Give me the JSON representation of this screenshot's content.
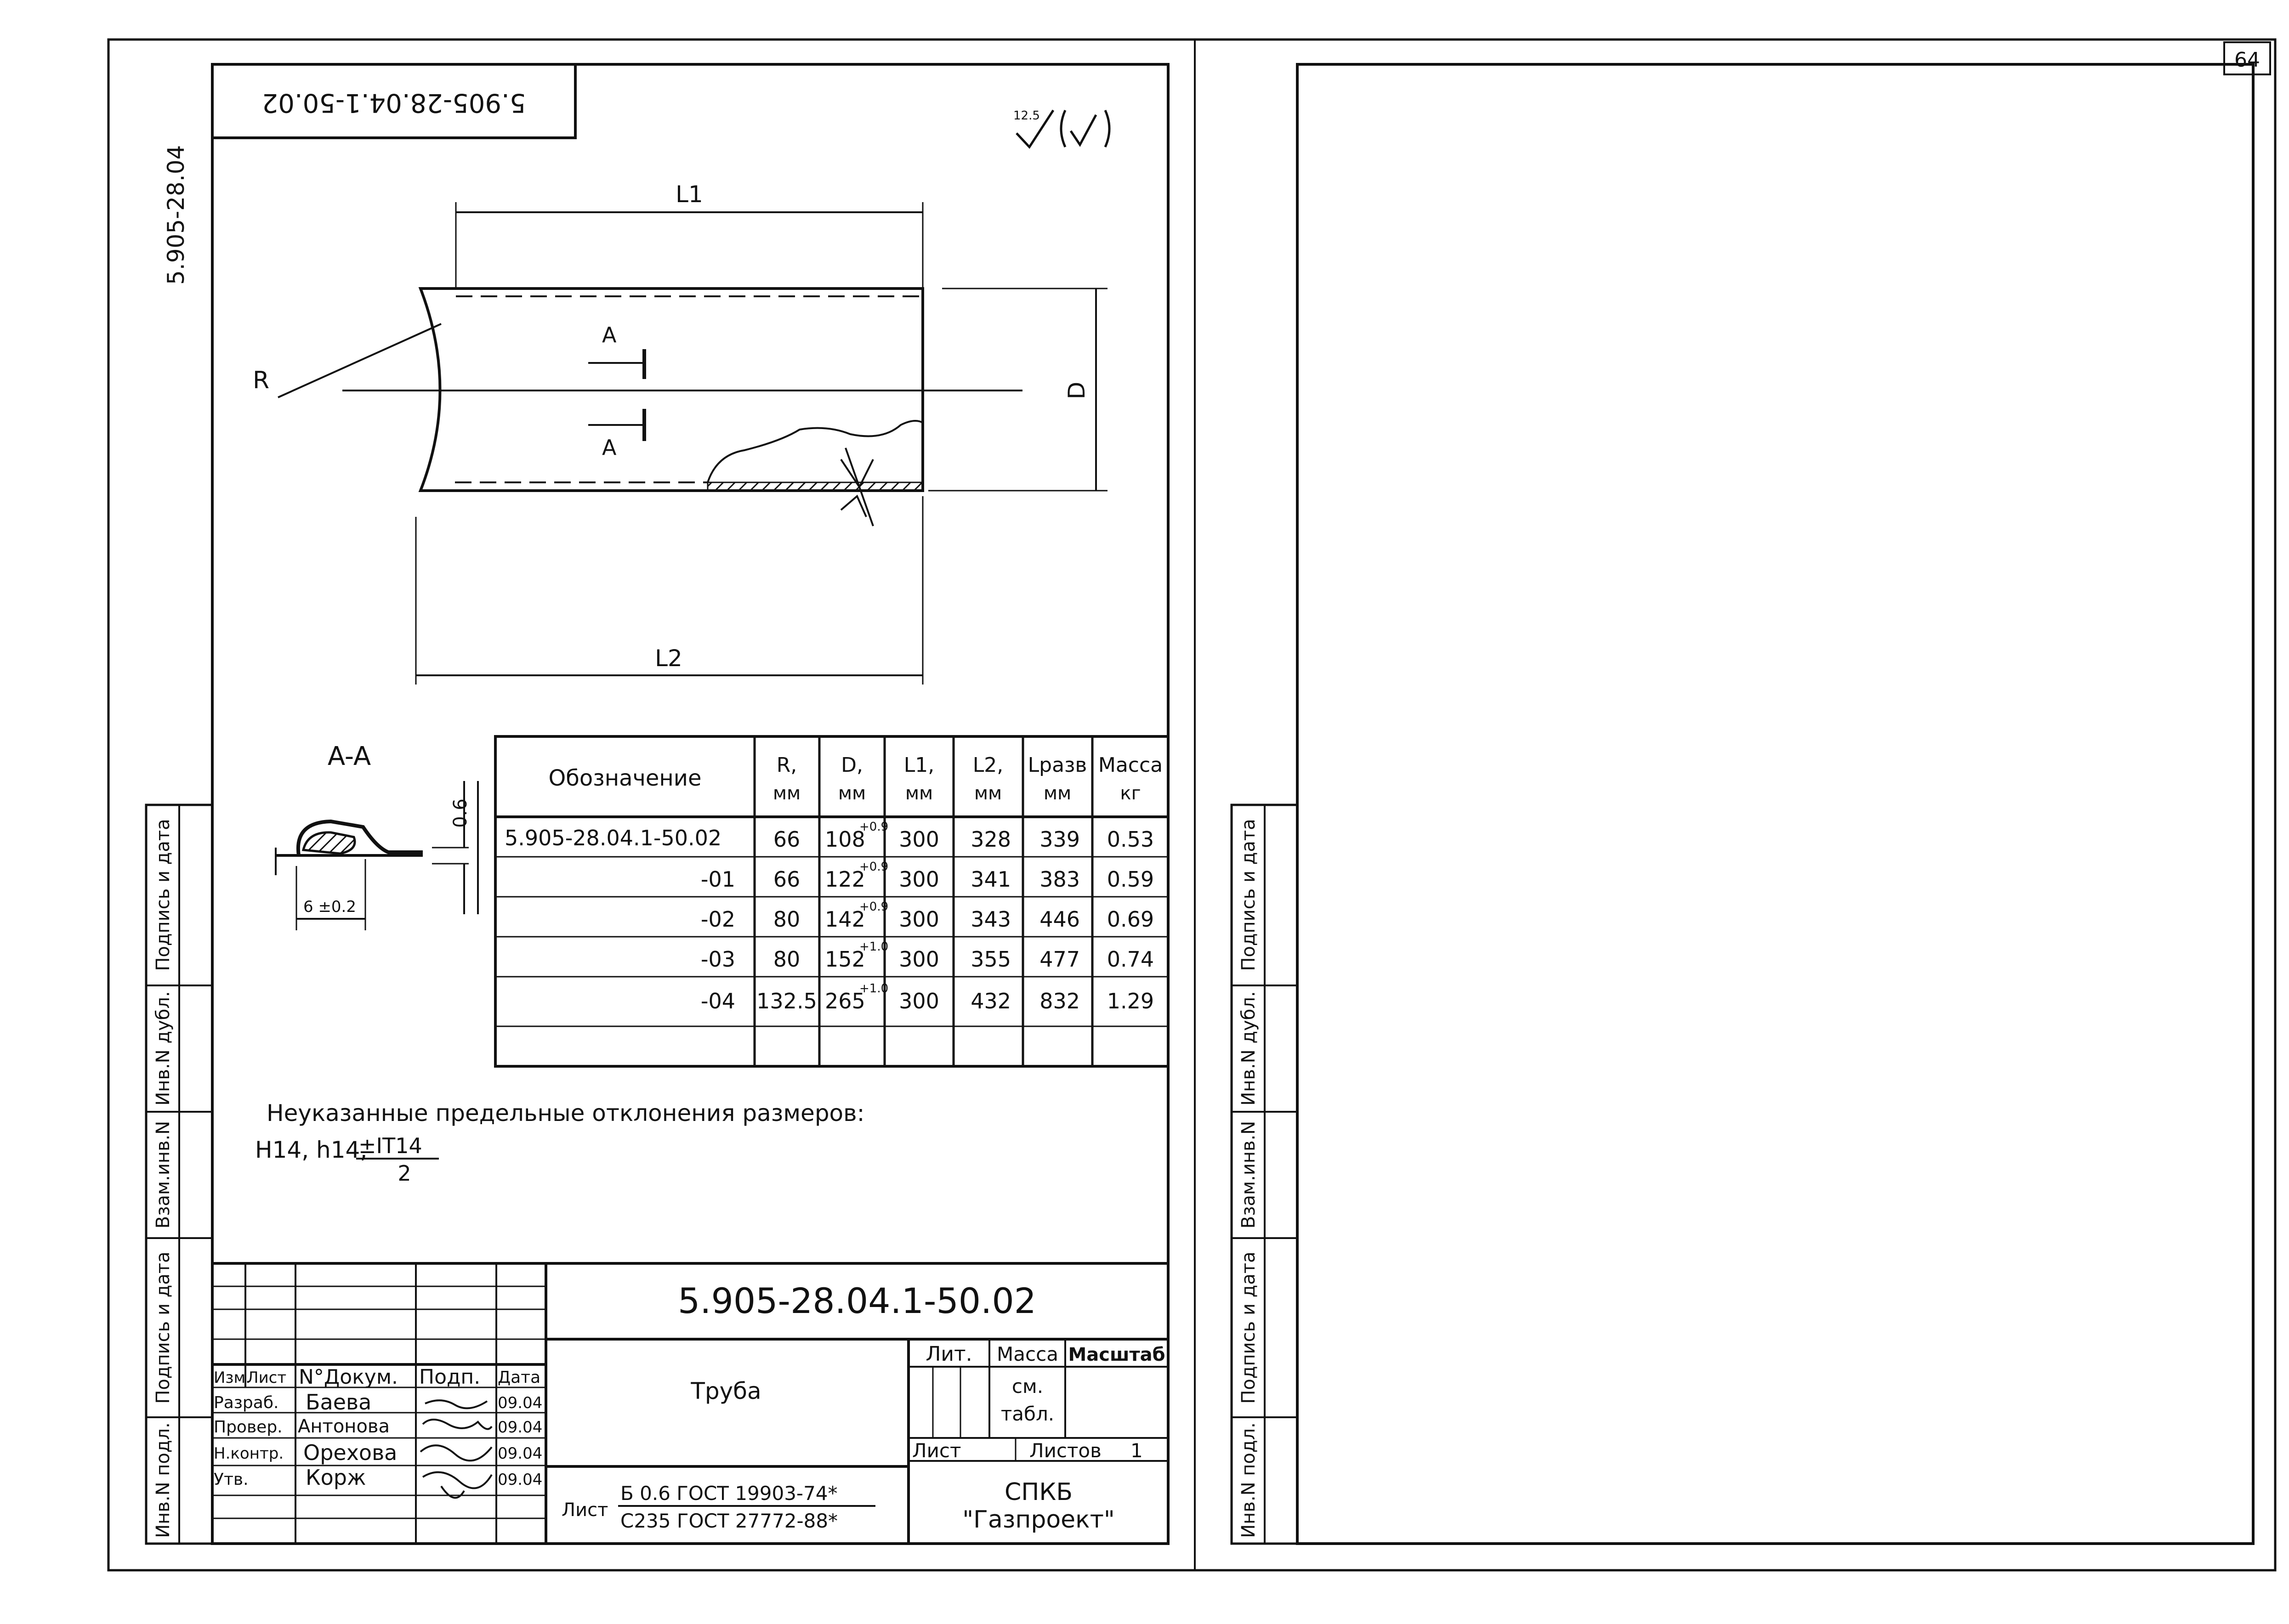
{
  "page_number": "64",
  "album_code_vertical": "5.905-28.04",
  "designation_mirrored": "5.905-28.04.1-50.02",
  "roughness": {
    "value": "12.5"
  },
  "drawing": {
    "dim_L1": "L1",
    "dim_L2": "L2",
    "dim_D": "D",
    "dim_R": "R",
    "section_letter_top": "A",
    "section_letter_bottom": "A",
    "section_title": "A-A",
    "dim_thickness": "0.6",
    "dim_seam": "6 ±0.2"
  },
  "table": {
    "headers": [
      {
        "top": "Обозначение",
        "bottom": ""
      },
      {
        "top": "R,",
        "bottom": "мм"
      },
      {
        "top": "D,",
        "bottom": "мм"
      },
      {
        "top": "L1,",
        "bottom": "мм"
      },
      {
        "top": "L2,",
        "bottom": "мм"
      },
      {
        "top": "Lразв",
        "bottom": "мм"
      },
      {
        "top": "Масса",
        "bottom": "кг"
      }
    ],
    "rows": [
      {
        "designation": "5.905-28.04.1-50.02",
        "R": "66",
        "D": "108",
        "D_tol": "+0.9",
        "L1": "300",
        "L2": "328",
        "Lrazv": "339",
        "mass": "0.53"
      },
      {
        "designation": "-01",
        "R": "66",
        "D": "122",
        "D_tol": "+0.9",
        "L1": "300",
        "L2": "341",
        "Lrazv": "383",
        "mass": "0.59"
      },
      {
        "designation": "-02",
        "R": "80",
        "D": "142",
        "D_tol": "+0.9",
        "L1": "300",
        "L2": "343",
        "Lrazv": "446",
        "mass": "0.69"
      },
      {
        "designation": "-03",
        "R": "80",
        "D": "152",
        "D_tol": "+1.0",
        "L1": "300",
        "L2": "355",
        "Lrazv": "477",
        "mass": "0.74"
      },
      {
        "designation": "-04",
        "R": "132.5",
        "D": "265",
        "D_tol": "+1.0",
        "L1": "300",
        "L2": "432",
        "Lrazv": "832",
        "mass": "1.29"
      }
    ]
  },
  "note": {
    "line1": "Неуказанные предельные  отклонения размеров:",
    "line2_prefix": "H14, h14,",
    "fraction_num": "±IT14",
    "fraction_den": "2"
  },
  "side_stamp": {
    "podpis_data_1": "Подпись и дата",
    "vzam_inv": "Взам.инв.N",
    "inv_dubl": "Инв.N дубл.",
    "podpis_data_2": "Подпись и дата",
    "inv_podl": "Инв.N подл."
  },
  "title_block": {
    "designation": "5.905-28.04.1-50.02",
    "name": "Труба",
    "col_izm": "Изм.",
    "col_list": "Лист",
    "col_doc": "N°Докум.",
    "col_podp": "Подп.",
    "col_data": "Дата",
    "people": [
      {
        "role": "Разраб.",
        "name": "Баева",
        "date": "09.04"
      },
      {
        "role": "Провер.",
        "name": "Антонова",
        "date": "09.04"
      },
      {
        "role": "Н.контр.",
        "name": "Орехова",
        "date": "09.04"
      },
      {
        "role": "Утв.",
        "name": "Корж",
        "date": "09.04"
      }
    ],
    "lit": "Лит.",
    "massa": "Масса",
    "masshtab": "Масштаб",
    "massa_value_1": "см.",
    "massa_value_2": "табл.",
    "list": "Лист",
    "listov": "Листов",
    "listov_value": "1",
    "material_prefix": "Лист",
    "material_top": "Б  0.6  ГОСТ  19903-74*",
    "material_bottom": "С235  ГОСТ  27772-88*",
    "org_line1": "СПКБ",
    "org_line2": "\"Газпроект\""
  }
}
